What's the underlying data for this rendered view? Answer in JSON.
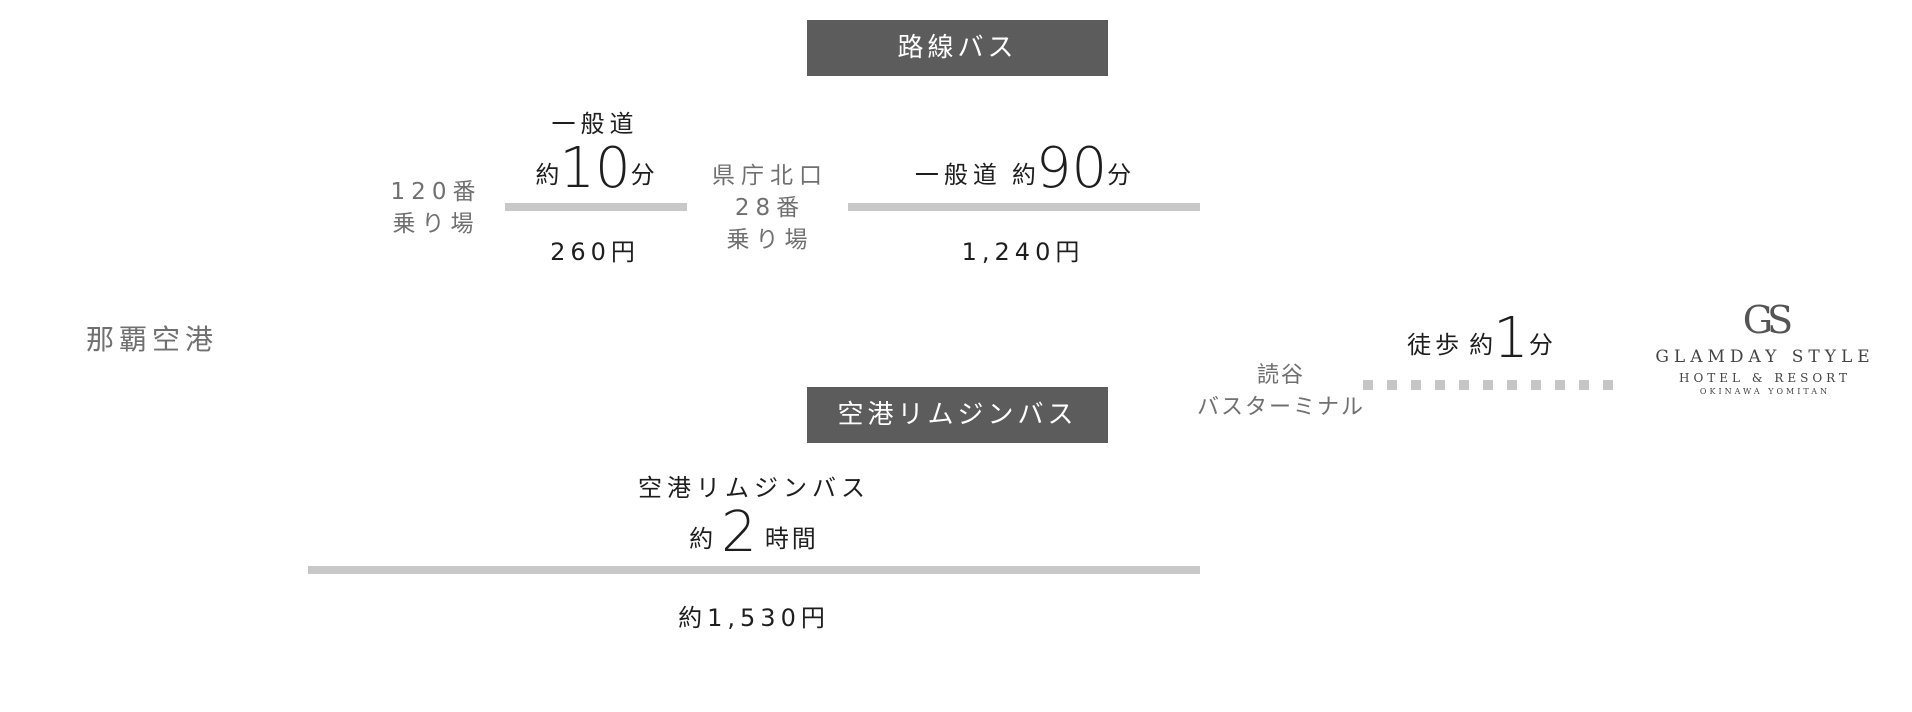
{
  "origin": "那覇空港",
  "route_bus": {
    "tag": "路線バス",
    "stop1": [
      "120番",
      "乗り場"
    ],
    "leg1": {
      "road": "一般道",
      "prefix": "約",
      "minutes": "10",
      "unit": "分",
      "fare": "260円"
    },
    "stop2": [
      "県庁北口",
      "28番",
      "乗り場"
    ],
    "leg2": {
      "road": "一般道",
      "prefix": "約",
      "minutes": "90",
      "unit": "分",
      "fare": "1,240円"
    }
  },
  "limousine_bus": {
    "tag": "空港リムジンバス",
    "name": "空港リムジンバス",
    "prefix": "約",
    "hours": "2",
    "unit": "時間",
    "fare": "約1,530円"
  },
  "terminal": [
    "読谷",
    "バスターミナル"
  ],
  "walk": {
    "label": "徒歩",
    "prefix": "約",
    "minutes": "1",
    "unit": "分"
  },
  "logo": {
    "mark": "GS",
    "name": "GLAMDAY STYLE",
    "line2": "HOTEL & RESORT",
    "line3": "OKINAWA YOMITAN"
  }
}
